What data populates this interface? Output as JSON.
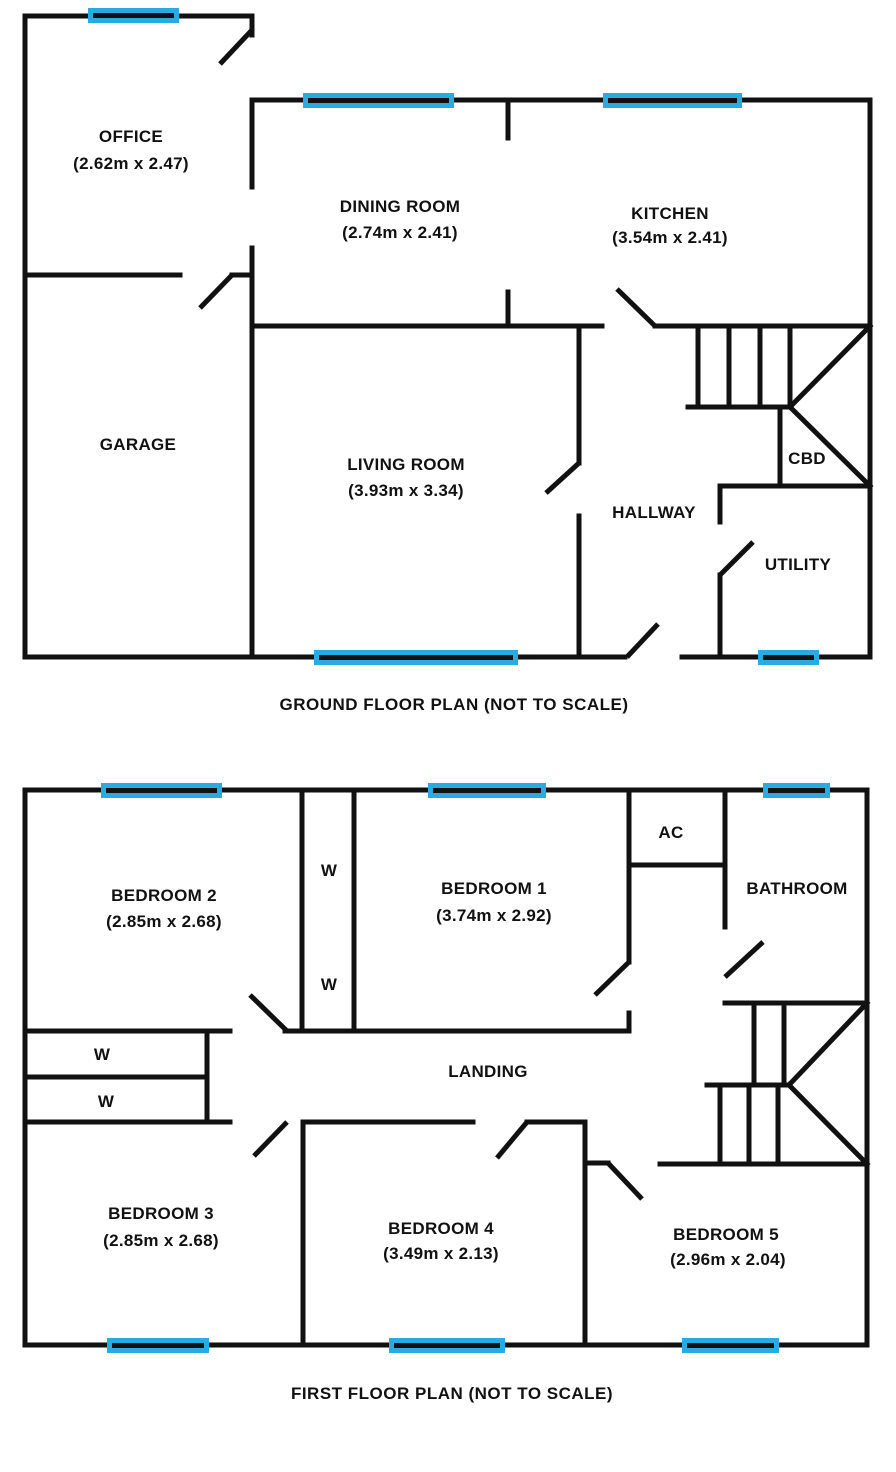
{
  "ground_floor": {
    "caption": "GROUND FLOOR PLAN (NOT TO SCALE)",
    "rooms": {
      "office": {
        "name": "OFFICE",
        "size": "(2.62m x 2.47)"
      },
      "dining_room": {
        "name": "DINING ROOM",
        "size": "(2.74m x 2.41)"
      },
      "kitchen": {
        "name": "KITCHEN",
        "size": "(3.54m x 2.41)"
      },
      "garage": {
        "name": "GARAGE"
      },
      "living_room": {
        "name": "LIVING ROOM",
        "size": "(3.93m x 3.34)"
      },
      "cbd": {
        "name": "CBD"
      },
      "hallway": {
        "name": "HALLWAY"
      },
      "utility": {
        "name": "UTILITY"
      }
    }
  },
  "first_floor": {
    "caption": "FIRST FLOOR PLAN (NOT TO SCALE)",
    "rooms": {
      "bedroom2": {
        "name": "BEDROOM 2",
        "size": "(2.85m x 2.68)"
      },
      "bedroom1": {
        "name": "BEDROOM 1",
        "size": "(3.74m x 2.92)"
      },
      "ac": {
        "name": "AC"
      },
      "bathroom": {
        "name": "BATHROOM"
      },
      "wardrobe": {
        "name": "W"
      },
      "landing": {
        "name": "LANDING"
      },
      "bedroom3": {
        "name": "BEDROOM 3",
        "size": "(2.85m x 2.68)"
      },
      "bedroom4": {
        "name": "BEDROOM 4",
        "size": "(3.49m x 2.13)"
      },
      "bedroom5": {
        "name": "BEDROOM 5",
        "size": "(2.96m x 2.04)"
      }
    }
  },
  "colors": {
    "wall": "#111111",
    "window": "#29abe2"
  }
}
